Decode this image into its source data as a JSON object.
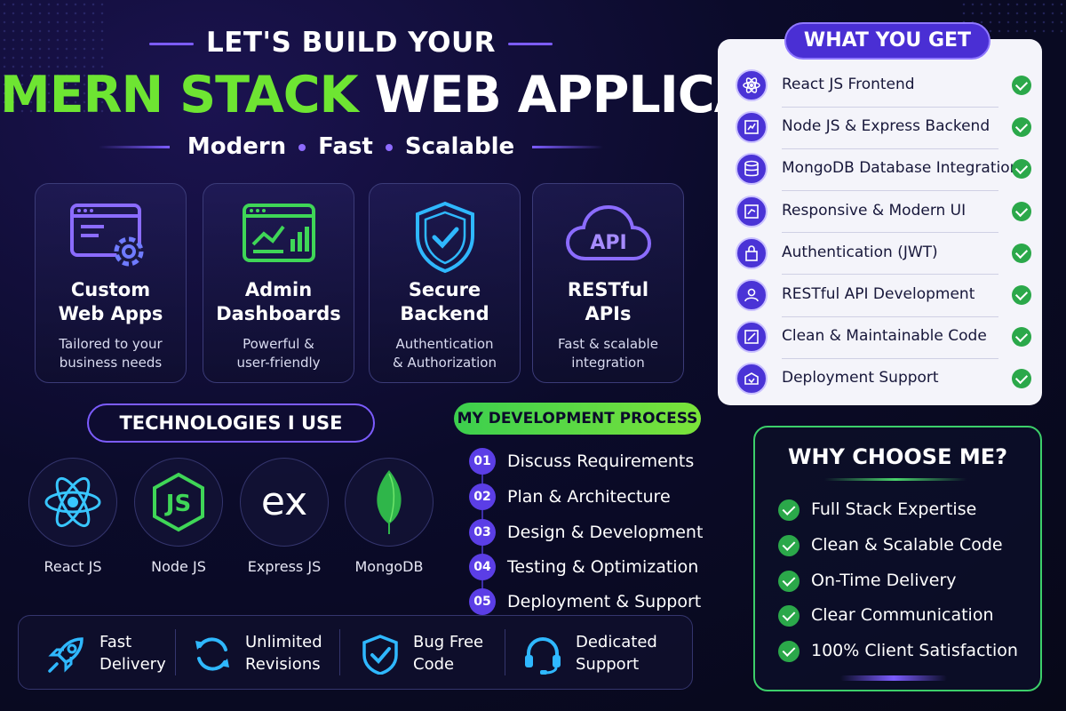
{
  "header": {
    "top_line": "LET'S BUILD YOUR",
    "main_green": "MERN STACK",
    "main_white": "WEB APPLICATION",
    "tagline": [
      "Modern",
      "Fast",
      "Scalable"
    ]
  },
  "services": [
    {
      "title_1": "Custom",
      "title_2": "Web Apps",
      "desc_1": "Tailored to your",
      "desc_2": "business needs",
      "icon": "web-app-gear-icon"
    },
    {
      "title_1": "Admin",
      "title_2": "Dashboards",
      "desc_1": "Powerful &",
      "desc_2": "user-friendly",
      "icon": "dashboard-chart-icon"
    },
    {
      "title_1": "Secure",
      "title_2": "Backend",
      "desc_1": "Authentication",
      "desc_2": "& Authorization",
      "icon": "shield-check-icon"
    },
    {
      "title_1": "RESTful",
      "title_2": "APIs",
      "desc_1": "Fast & scalable",
      "desc_2": "integration",
      "icon": "api-cloud-icon",
      "icon_text": "API"
    }
  ],
  "technologies": {
    "title": "TECHNOLOGIES I USE",
    "items": [
      {
        "label": "React JS",
        "icon": "react-icon"
      },
      {
        "label": "Node JS",
        "icon": "nodejs-icon",
        "glyph": "JS"
      },
      {
        "label": "Express JS",
        "icon": "express-icon",
        "glyph": "ex"
      },
      {
        "label": "MongoDB",
        "icon": "mongodb-leaf-icon"
      }
    ]
  },
  "process": {
    "title": "MY DEVELOPMENT PROCESS",
    "steps": [
      {
        "num": "01",
        "label": "Discuss Requirements"
      },
      {
        "num": "02",
        "label": "Plan & Architecture"
      },
      {
        "num": "03",
        "label": "Design & Development"
      },
      {
        "num": "04",
        "label": "Testing & Optimization"
      },
      {
        "num": "05",
        "label": "Deployment & Support"
      }
    ]
  },
  "features": [
    {
      "line_1": "Fast",
      "line_2": "Delivery",
      "icon": "rocket-icon"
    },
    {
      "line_1": "Unlimited",
      "line_2": "Revisions",
      "icon": "refresh-icon"
    },
    {
      "line_1": "Bug Free",
      "line_2": "Code",
      "icon": "shield-check-icon"
    },
    {
      "line_1": "Dedicated",
      "line_2": "Support",
      "icon": "headset-icon"
    }
  ],
  "what_you_get": {
    "title": "WHAT YOU GET",
    "items": [
      {
        "label": "React JS Frontend",
        "icon": "react-icon"
      },
      {
        "label": "Node JS & Express Backend",
        "icon": "server-icon"
      },
      {
        "label": "MongoDB Database Integration",
        "icon": "database-icon"
      },
      {
        "label": "Responsive & Modern UI",
        "icon": "devices-icon"
      },
      {
        "label": "Authentication (JWT)",
        "icon": "lock-icon"
      },
      {
        "label": "RESTful API Development",
        "icon": "api-icon"
      },
      {
        "label": "Clean & Maintainable Code",
        "icon": "code-icon"
      },
      {
        "label": "Deployment Support",
        "icon": "cloud-upload-icon"
      }
    ]
  },
  "why_choose_me": {
    "title": "WHY CHOOSE ME?",
    "items": [
      "Full Stack Expertise",
      "Clean & Scalable Code",
      "On-Time Delivery",
      "Clear Communication",
      "100% Client Satisfaction"
    ]
  },
  "colors": {
    "accent_green": "#6ee532",
    "accent_purple": "#7c5cff",
    "check_green": "#2ba84a",
    "background": "#0b0b2a"
  }
}
